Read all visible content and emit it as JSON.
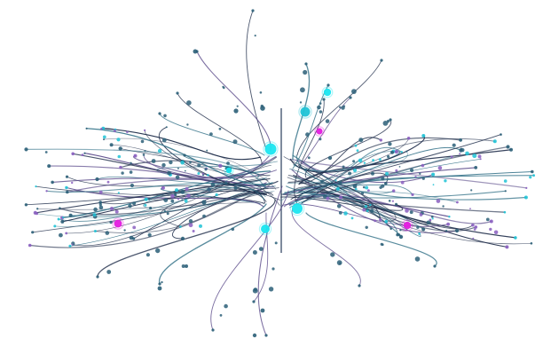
{
  "scene": {
    "background": "#ffffff",
    "palette": {
      "strand_dark": "#1f2d4a",
      "strand_teal": "#2f6f86",
      "strand_purple": "#5a4a8a",
      "node_dark": "#2b5f78",
      "node_teal": "#1fc3d6",
      "node_cyan": "#19e6f0",
      "node_magenta": "#e51ae0",
      "node_violet": "#8a5fc0"
    },
    "highlight_nodes": [
      {
        "kind": "cyan",
        "size": "large"
      },
      {
        "kind": "cyan",
        "size": "large"
      },
      {
        "kind": "cyan",
        "size": "medium"
      },
      {
        "kind": "cyan",
        "size": "medium"
      },
      {
        "kind": "cyan",
        "size": "small"
      },
      {
        "kind": "magenta",
        "size": "medium"
      },
      {
        "kind": "magenta",
        "size": "medium"
      },
      {
        "kind": "magenta",
        "size": "small"
      },
      {
        "kind": "teal",
        "size": "medium"
      }
    ]
  }
}
